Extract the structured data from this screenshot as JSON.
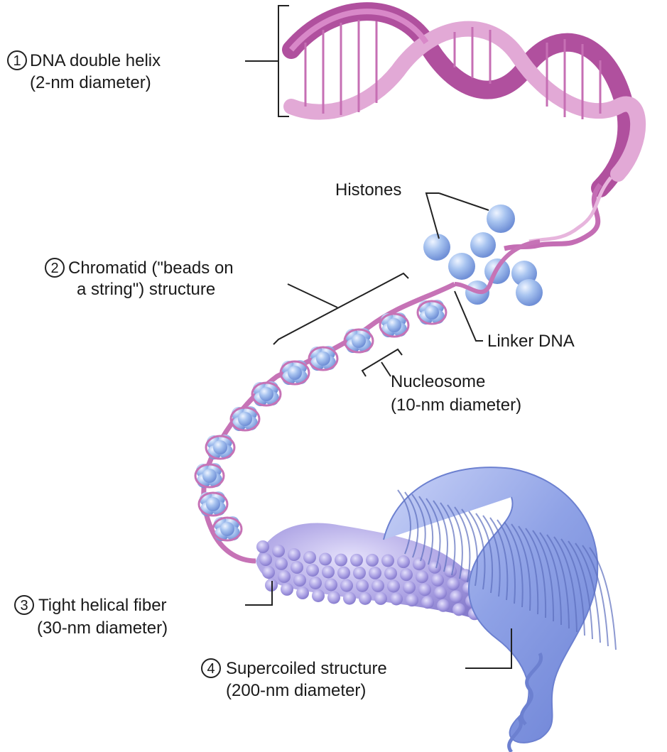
{
  "colors": {
    "dna_dark": "#b0509e",
    "dna_light": "#e8b6de",
    "histone": "#8fb3ea",
    "histone_highlight": "#e6efff",
    "fiber": "#a79ce0",
    "supercoil": "#8fa4e6",
    "leader_line": "#222222"
  },
  "labels": {
    "dna_helix": {
      "number": "1",
      "line1": "DNA double helix",
      "line2": "(2-nm diameter)"
    },
    "histones": {
      "text": "Histones"
    },
    "chromatid": {
      "number": "2",
      "line1": "Chromatid (\"beads on",
      "line2": "a string\") structure"
    },
    "linker": {
      "text": "Linker DNA"
    },
    "nucleosome": {
      "line1": "Nucleosome",
      "line2": "(10-nm diameter)"
    },
    "fiber": {
      "number": "3",
      "line1": "Tight helical fiber",
      "line2": "(30-nm diameter)"
    },
    "supercoil": {
      "number": "4",
      "line1": "Supercoiled structure",
      "line2": "(200-nm diameter)"
    }
  }
}
